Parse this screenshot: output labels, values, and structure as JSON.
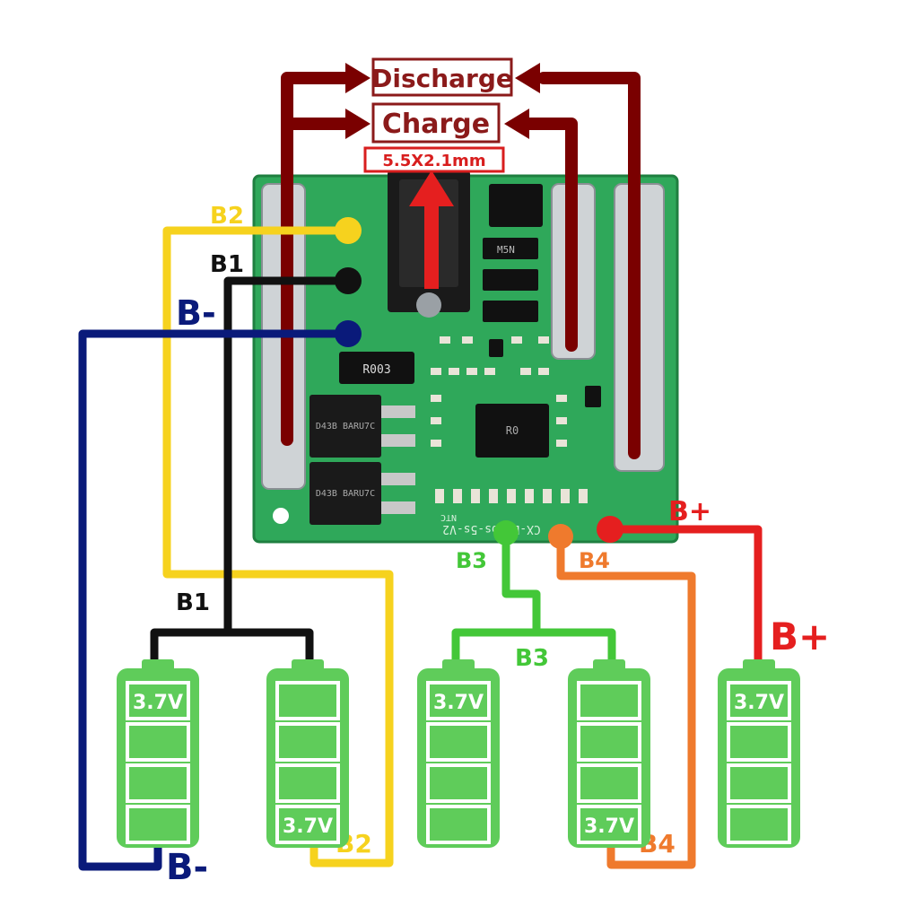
{
  "colors": {
    "board": "#2fa85a",
    "board_dark": "#1f7f40",
    "dark_red": "#7a0000",
    "yellow": "#f6d21e",
    "black": "#111111",
    "navy": "#0a1a7a",
    "green_wire": "#43c738",
    "orange": "#ef7a2d",
    "red": "#e51f1f",
    "battery": "#5fcc5a",
    "battery_dark": "#36a838",
    "label_border": "#8b1a1a"
  },
  "labels": {
    "discharge": "Discharge",
    "charge": "Charge",
    "jack_size": "5.5X2.1mm",
    "b2_top": "B2",
    "b1_top": "B1",
    "bminus_top": "B-",
    "b3_board": "B3",
    "b4_board": "B4",
    "bplus_board": "B+",
    "b1_bus": "B1",
    "b3_bus": "B3",
    "bplus_right": "B+",
    "b2_bottom": "B2",
    "b4_bottom": "B4",
    "bminus_bottom": "B-"
  },
  "board_text": {
    "resistor": "R003",
    "mosfet_1": "D43B BARU7C",
    "mosfet_2": "D43B BARU7C",
    "chip": "R0",
    "mosfet_small": "M5N",
    "silkscreen": "CX-BYDbs-5s-V2",
    "ntc": "NTC"
  },
  "batteries": [
    {
      "voltage": "3.7V",
      "label_pos": "top"
    },
    {
      "voltage": "3.7V",
      "label_pos": "bottom"
    },
    {
      "voltage": "3.7V",
      "label_pos": "top"
    },
    {
      "voltage": "3.7V",
      "label_pos": "bottom"
    },
    {
      "voltage": "3.7V",
      "label_pos": "top"
    }
  ]
}
